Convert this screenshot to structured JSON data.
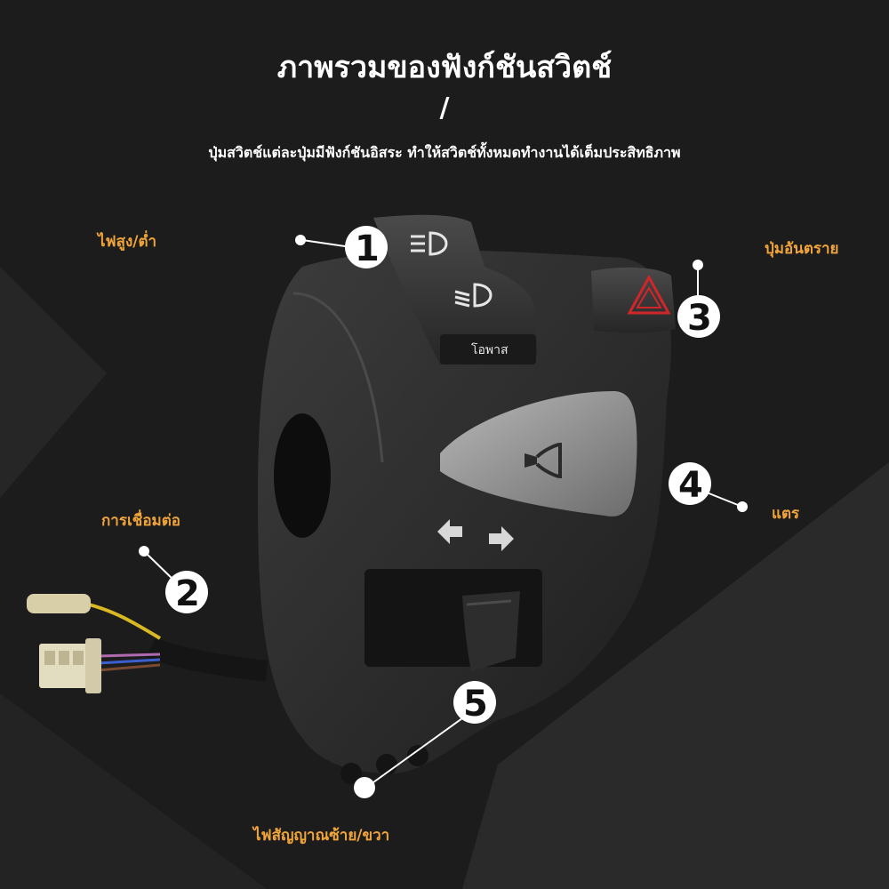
{
  "header": {
    "title": "ภาพรวมของฟังก์ชันสวิตช์",
    "slash": "/",
    "subtitle": "ปุ่มสวิตช์แต่ละปุ่มมีฟังก์ชันอิสระ ทำให้สวิตช์ทั้งหมดทำงานได้เต็มประสิทธิภาพ"
  },
  "features": [
    {
      "number": "1",
      "label": "ไฟสูง/ต่ำ"
    },
    {
      "number": "2",
      "label": "การเชื่อมต่อ"
    },
    {
      "number": "3",
      "label": "ปุ่มอันตราย"
    },
    {
      "number": "4",
      "label": "แตร"
    },
    {
      "number": "5",
      "label": "ไฟสัญญาณซ้าย/ขวา"
    }
  ],
  "switch": {
    "bypass_label": "โอพาส",
    "icons": [
      "headlight-high-icon",
      "headlight-low-icon",
      "hazard-triangle-icon",
      "horn-icon",
      "turn-left-arrow-icon",
      "turn-right-arrow-icon"
    ]
  },
  "colors": {
    "background": "#1c1c1c",
    "label_orange": "#f0a43a",
    "hazard_red": "#d0262a",
    "title_white": "#ffffff"
  }
}
